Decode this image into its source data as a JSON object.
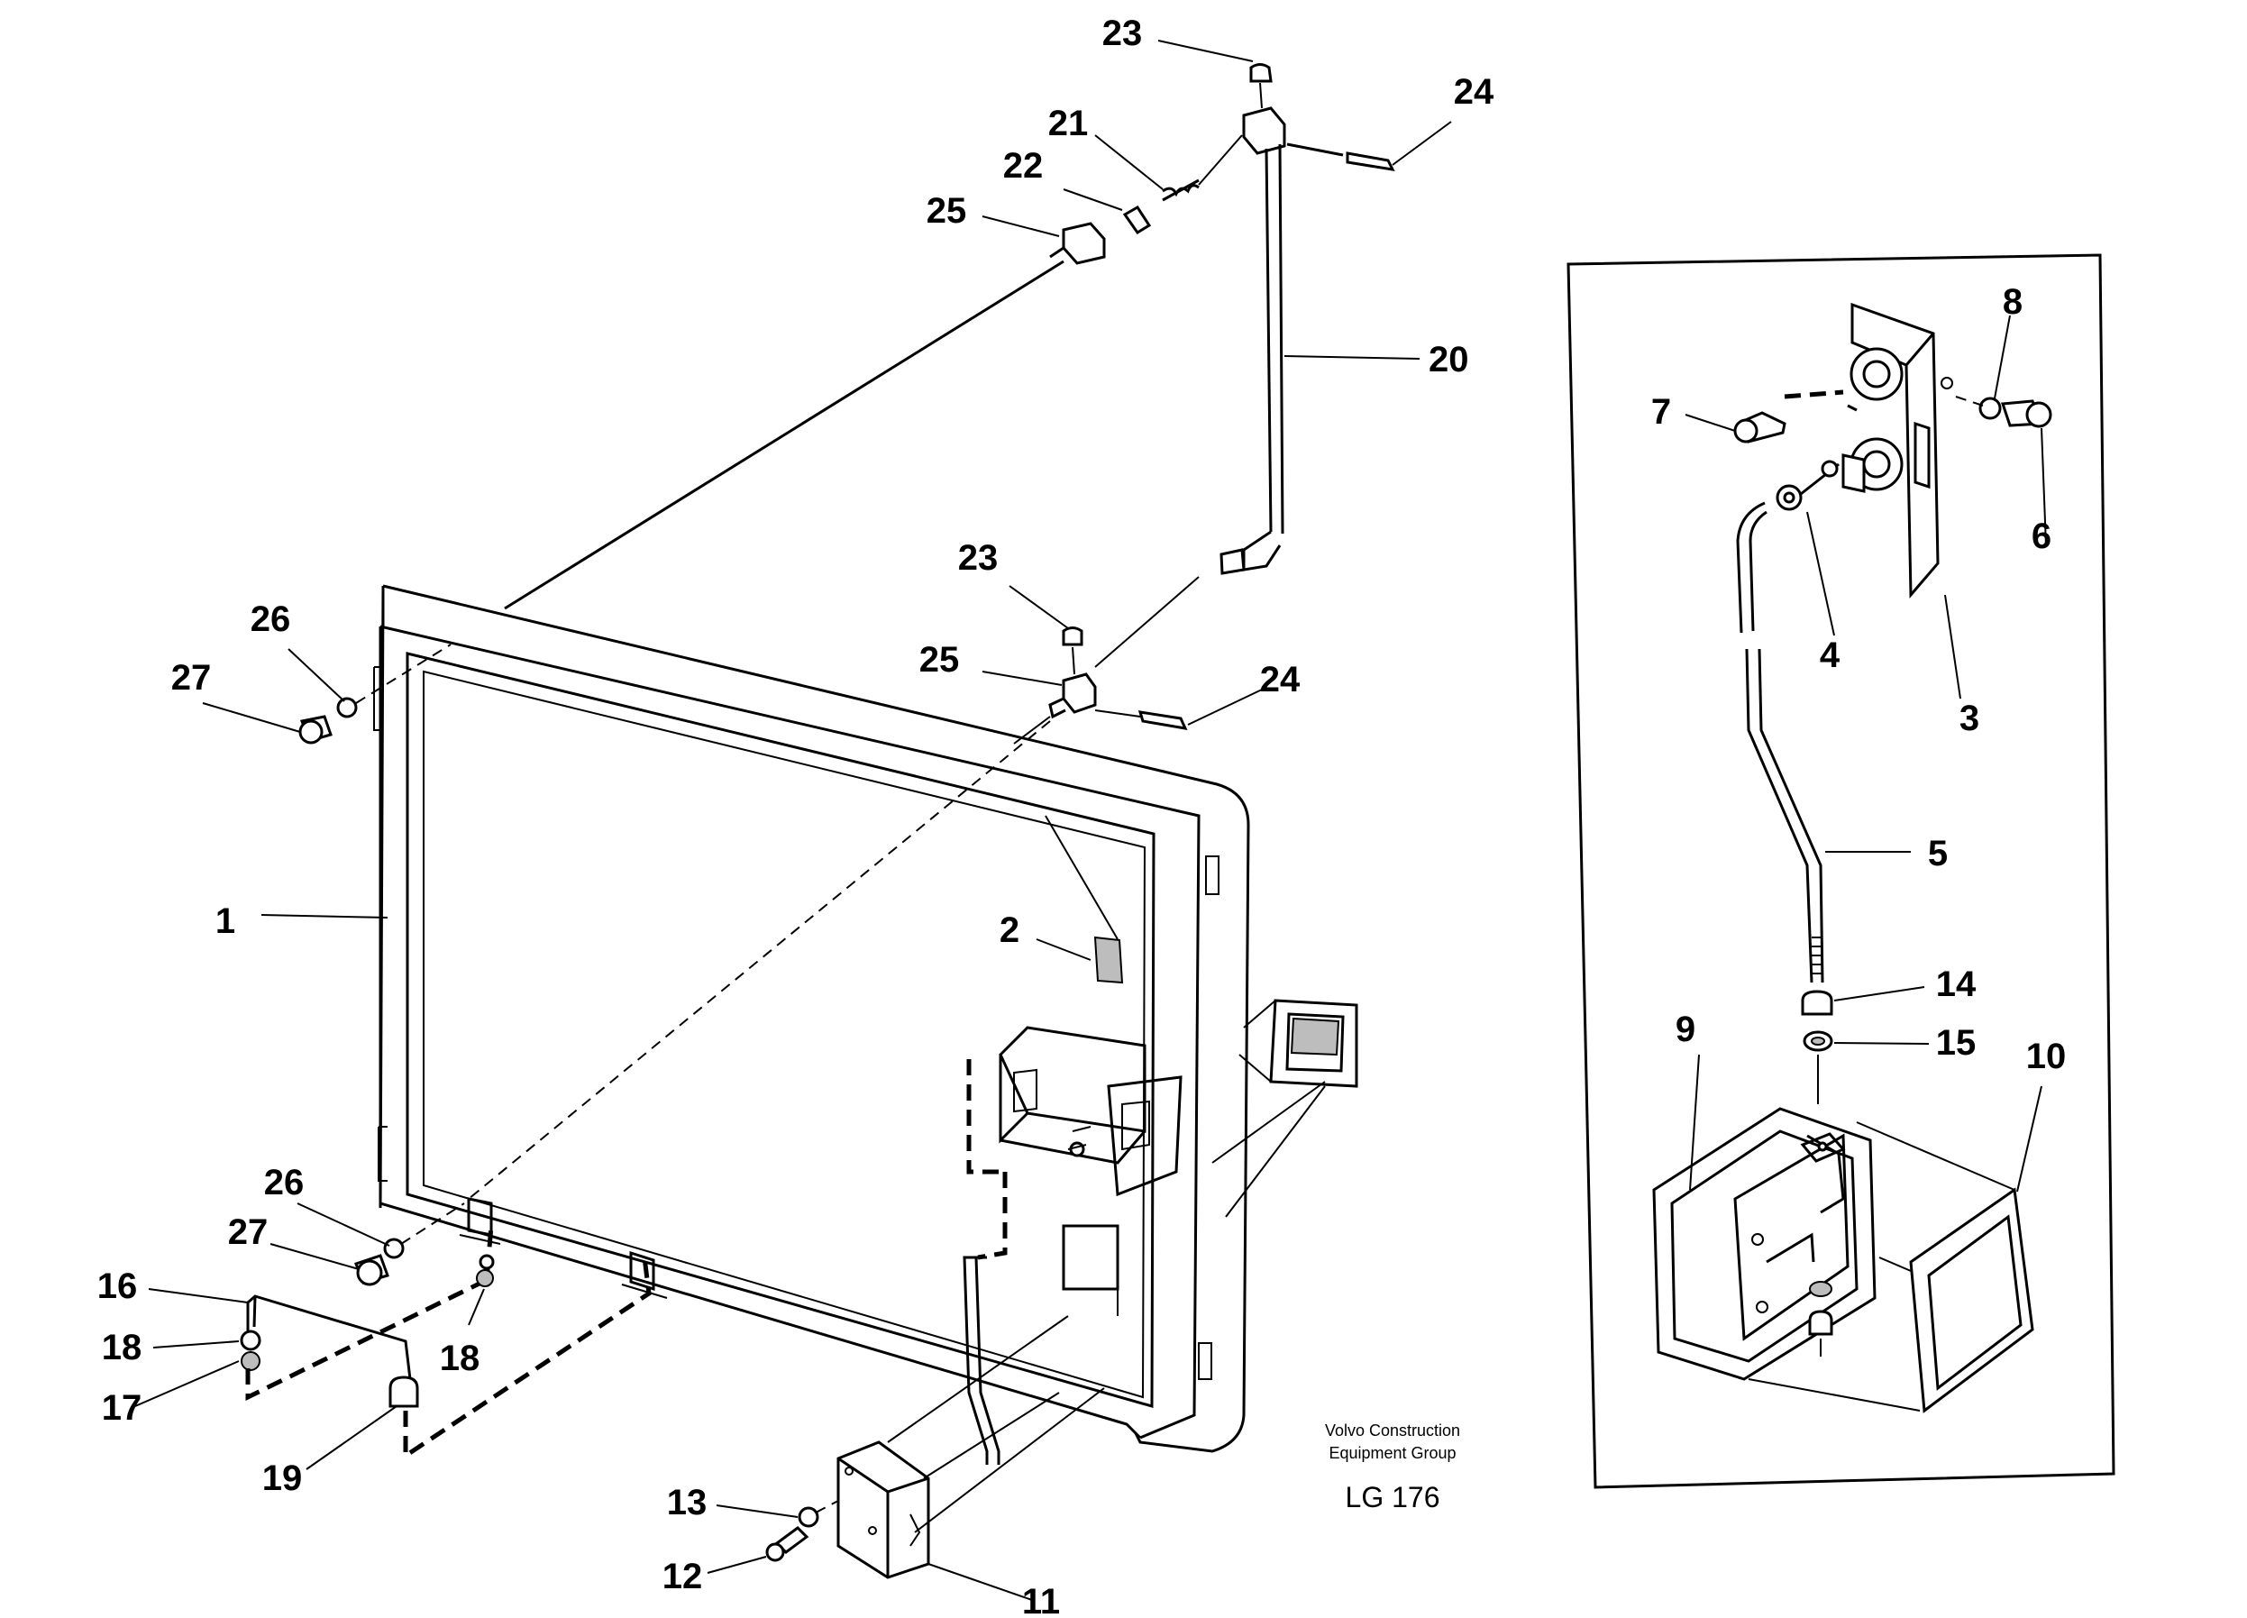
{
  "callouts": [
    {
      "id": "c1",
      "label": "1"
    },
    {
      "id": "c2",
      "label": "2"
    },
    {
      "id": "c3",
      "label": "3"
    },
    {
      "id": "c4",
      "label": "4"
    },
    {
      "id": "c5",
      "label": "5"
    },
    {
      "id": "c6",
      "label": "6"
    },
    {
      "id": "c7",
      "label": "7"
    },
    {
      "id": "c8",
      "label": "8"
    },
    {
      "id": "c9",
      "label": "9"
    },
    {
      "id": "c10",
      "label": "10"
    },
    {
      "id": "c11",
      "label": "11"
    },
    {
      "id": "c12",
      "label": "12"
    },
    {
      "id": "c13",
      "label": "13"
    },
    {
      "id": "c14",
      "label": "14"
    },
    {
      "id": "c15",
      "label": "15"
    },
    {
      "id": "c16",
      "label": "16"
    },
    {
      "id": "c17",
      "label": "17"
    },
    {
      "id": "c18a",
      "label": "18"
    },
    {
      "id": "c18b",
      "label": "18"
    },
    {
      "id": "c19",
      "label": "19"
    },
    {
      "id": "c20",
      "label": "20"
    },
    {
      "id": "c21",
      "label": "21"
    },
    {
      "id": "c22",
      "label": "22"
    },
    {
      "id": "c23a",
      "label": "23"
    },
    {
      "id": "c23b",
      "label": "23"
    },
    {
      "id": "c24a",
      "label": "24"
    },
    {
      "id": "c24b",
      "label": "24"
    },
    {
      "id": "c25a",
      "label": "25"
    },
    {
      "id": "c25b",
      "label": "25"
    },
    {
      "id": "c26a",
      "label": "26"
    },
    {
      "id": "c26b",
      "label": "26"
    },
    {
      "id": "c27a",
      "label": "27"
    },
    {
      "id": "c27b",
      "label": "27"
    }
  ],
  "caption": {
    "line1": "Volvo Construction",
    "line2": "Equipment Group",
    "code": "LG 176"
  }
}
